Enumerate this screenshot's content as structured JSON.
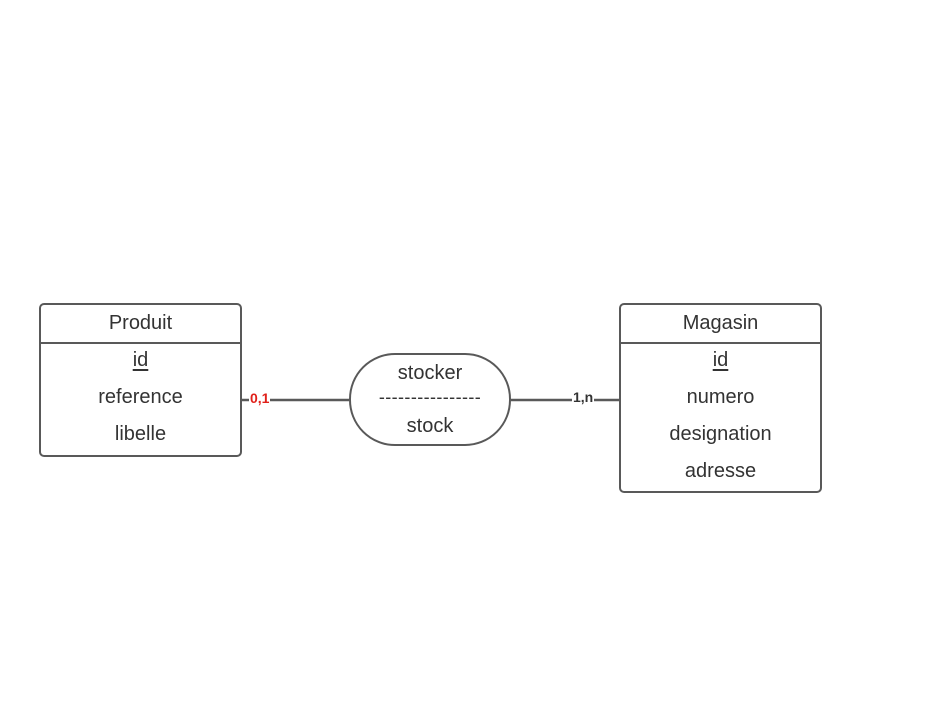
{
  "entities": {
    "produit": {
      "name": "Produit",
      "attributes": [
        "id",
        "reference",
        "libelle"
      ]
    },
    "magasin": {
      "name": "Magasin",
      "attributes": [
        "id",
        "numero",
        "designation",
        "adresse"
      ]
    }
  },
  "relation": {
    "name": "stocker",
    "separator": "----------------",
    "attribute": "stock"
  },
  "cardinalities": {
    "produit": "0,1",
    "magasin": "1,n"
  },
  "colors": {
    "stroke": "#595959",
    "text": "#333333",
    "cardinality_produit": "#e0201a"
  }
}
